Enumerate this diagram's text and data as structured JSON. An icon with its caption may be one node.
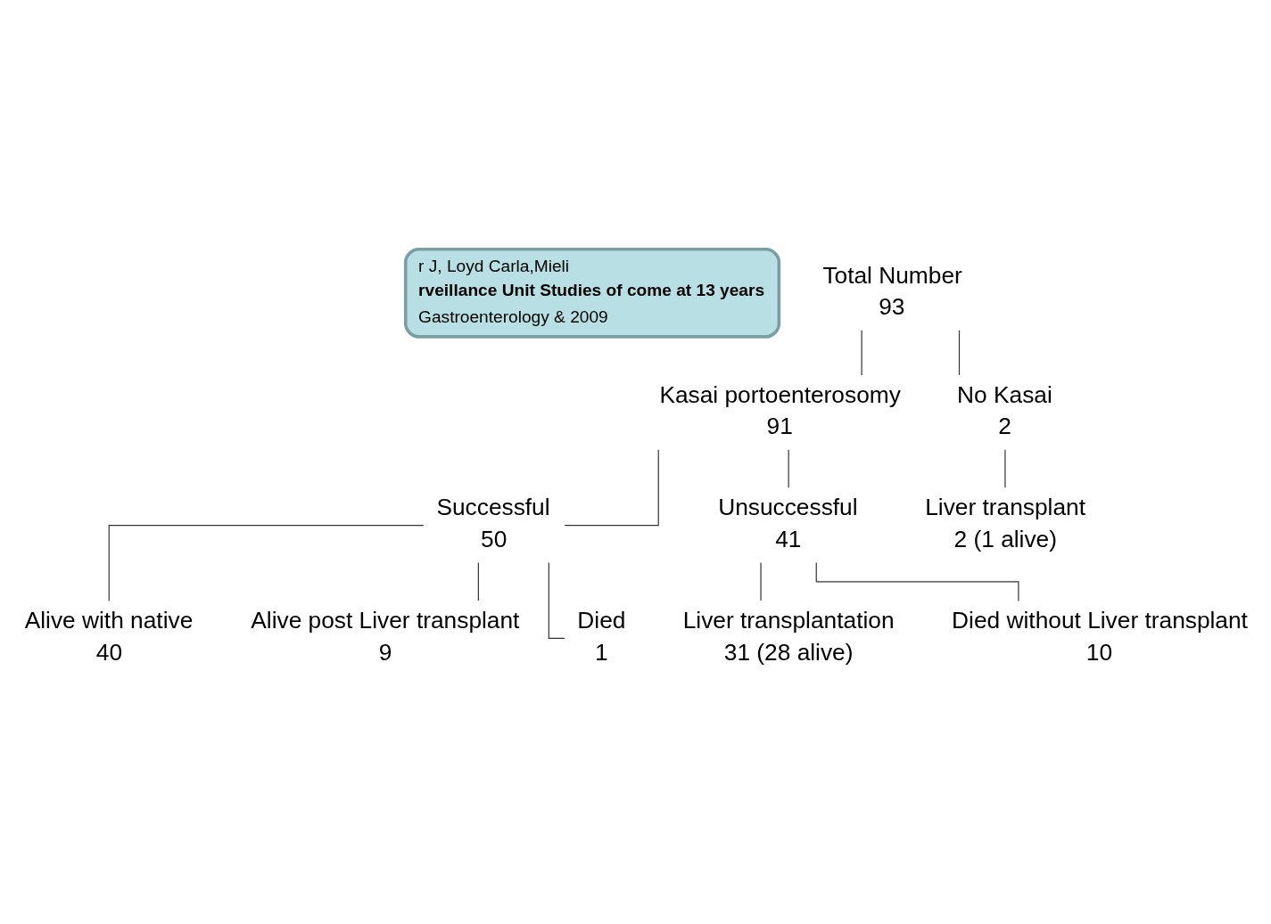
{
  "diagram": {
    "nodes": [
      {
        "text": [
          "r J, Loyd Carla,Mieli",
          "rveillance Unit Studies of come at 13 years",
          "Gastroenterology & 2009"
        ]
      },
      {
        "text": [
          "Total Number",
          "93"
        ]
      },
      {
        "text": [
          "Kasai portoenterosomy",
          "91"
        ]
      },
      {
        "text": [
          "No Kasai",
          "2"
        ]
      },
      {
        "text": [
          "Liver transplant",
          "2 (1 alive)"
        ]
      },
      {
        "text": [
          "Successful",
          "50"
        ]
      },
      {
        "text": [
          "Unsuccessful",
          "41"
        ]
      },
      {
        "text": [
          "Alive with native",
          "40"
        ]
      },
      {
        "text": [
          "Alive post Liver transplant",
          "9"
        ]
      },
      {
        "text": [
          "Died",
          "1"
        ]
      },
      {
        "text": [
          "Liver transplantation",
          "31 (28 alive)"
        ]
      },
      {
        "text": [
          "Died without Liver transplant",
          "10"
        ]
      }
    ],
    "edges": [
      {
        "from": 1,
        "to": 2,
        "arrow": "none"
      },
      {
        "from": 1,
        "to": 3,
        "arrow": "none"
      },
      {
        "from": 3,
        "to": 4,
        "arrow": "none"
      },
      {
        "from": 2,
        "to": 5,
        "arrow": "none"
      },
      {
        "from": 2,
        "to": 6,
        "arrow": "none"
      },
      {
        "from": 5,
        "to": 7,
        "arrow": "none"
      },
      {
        "from": 5,
        "to": 8,
        "arrow": "none"
      },
      {
        "from": 5,
        "to": 9,
        "arrow": "none"
      },
      {
        "from": 6,
        "to": 10,
        "arrow": "none"
      },
      {
        "from": 6,
        "to": 11,
        "arrow": "none"
      }
    ]
  }
}
